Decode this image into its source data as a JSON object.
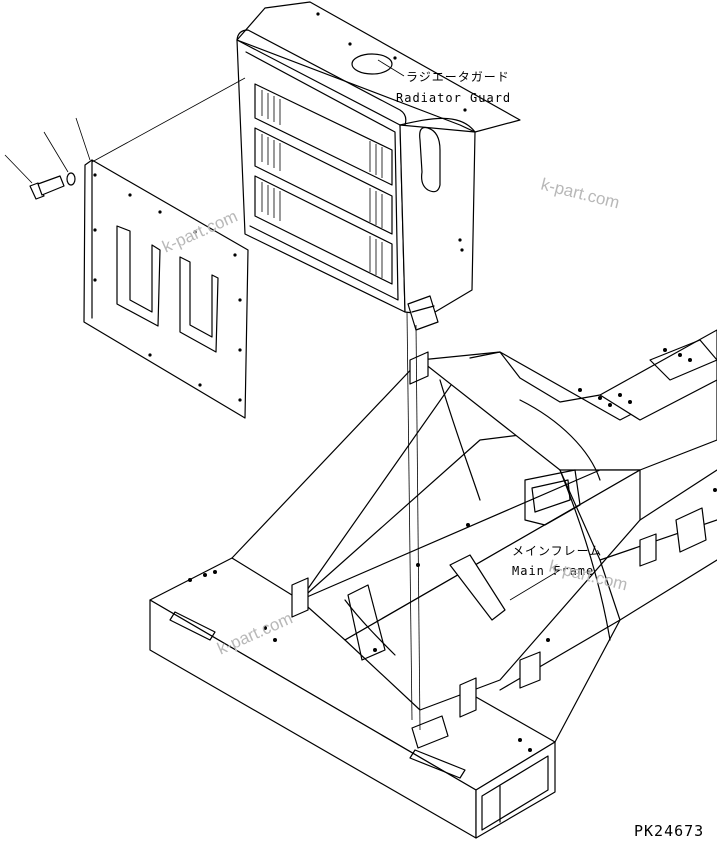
{
  "labels": {
    "radiator_guard_jp": "ラジエータガード",
    "radiator_guard_en": "Radiator Guard",
    "main_frame_jp": "メインフレーム",
    "main_frame_en": "Main Frame"
  },
  "watermark": "k-part.com",
  "drawing_code": "PK24673"
}
